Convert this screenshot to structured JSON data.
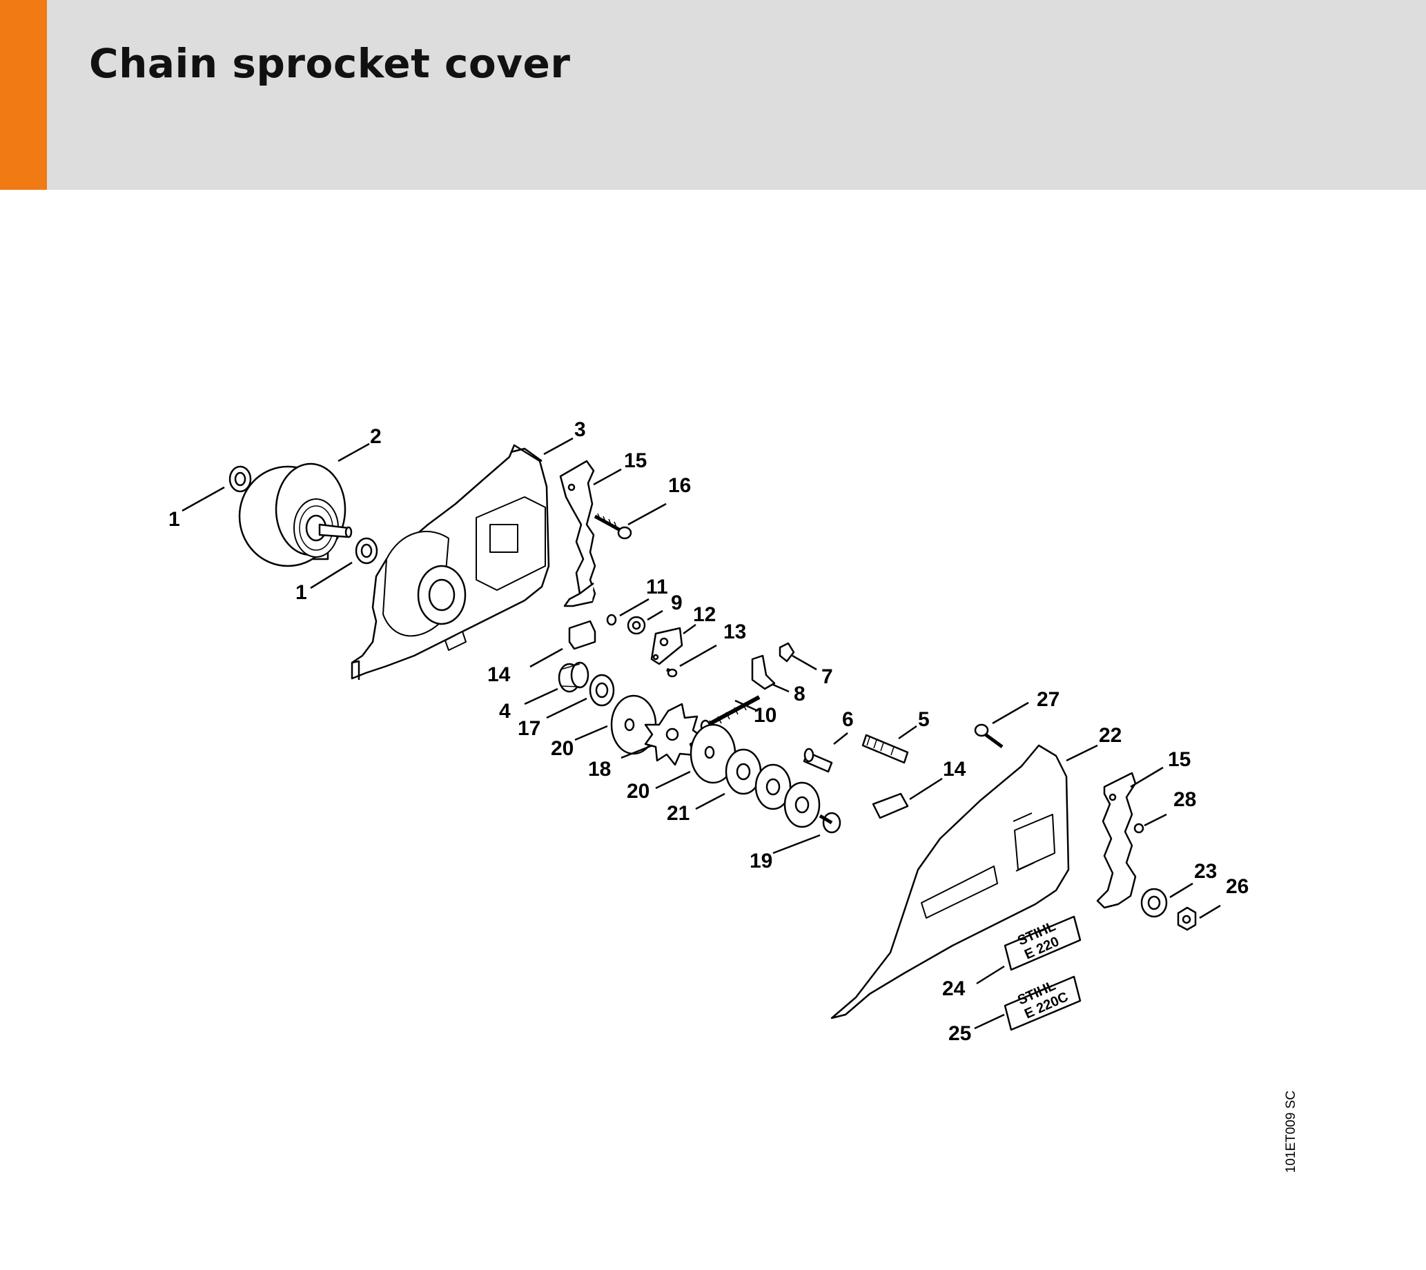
{
  "page": {
    "title": "Chain sprocket cover",
    "accent_color": "#f07a14",
    "header_color": "#dcdddc",
    "drawing_code": "101ET009 SC"
  },
  "callouts": [
    "1",
    "2",
    "1",
    "3",
    "15",
    "16",
    "11",
    "9",
    "12",
    "13",
    "7",
    "14",
    "8",
    "4",
    "10",
    "17",
    "6",
    "5",
    "27",
    "20",
    "22",
    "15",
    "18",
    "14",
    "28",
    "20",
    "21",
    "19",
    "23",
    "26",
    "24",
    "25"
  ],
  "labels": [
    "STIHL",
    "E 220",
    "STIHL",
    "E 220C"
  ]
}
